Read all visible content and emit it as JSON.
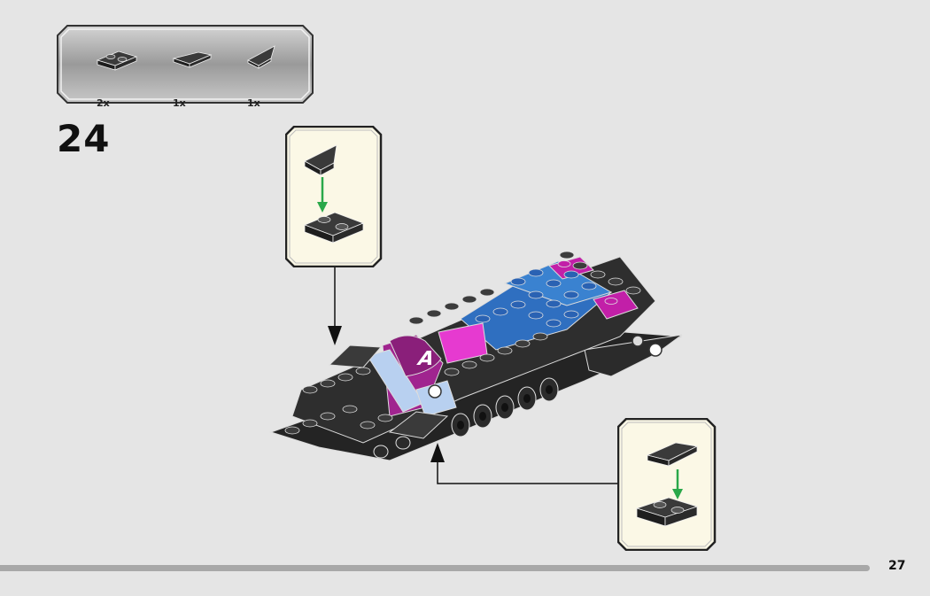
{
  "parts_list": {
    "items": [
      {
        "part": "plate-1x2-dark",
        "icon": "plate-1x2-icon",
        "quantity": "2x"
      },
      {
        "part": "wedge-plate-dark",
        "icon": "wedge-plate-icon",
        "quantity": "1x"
      },
      {
        "part": "wedge-tile-dark",
        "icon": "wedge-tile-icon",
        "quantity": "1x"
      }
    ]
  },
  "step": {
    "number": "24"
  },
  "page": {
    "number": "27"
  },
  "colors": {
    "background": "#e5e5e5",
    "callout_fill": "#fbf8e6",
    "brick_dark": "#2b2b2b",
    "brick_blue": "#2f6fc0",
    "brick_magenta": "#c21fa8",
    "arrow_green": "#2aa84a"
  }
}
